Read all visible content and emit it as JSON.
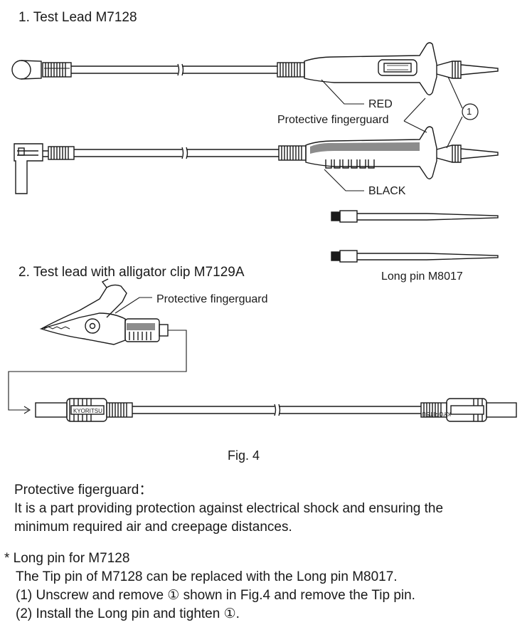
{
  "section1": {
    "title": "1. Test Lead M7128"
  },
  "section2": {
    "title": "2. Test lead with alligator clip M7129A"
  },
  "labels": {
    "red": "RED",
    "black": "BLACK",
    "fingerguard_1": "Protective fingerguard",
    "fingerguard_2": "Protective fingerguard",
    "callout_number": "1",
    "long_pin": "Long pin M8017",
    "kyoritsu_stamp": "KYORITSU"
  },
  "figure_caption": "Fig. 4",
  "note1": {
    "heading": "Protective figerguard：",
    "line1": "It is a part providing protection against electrical shock and ensuring the",
    "line2": "minimum required air and creepage distances."
  },
  "note2": {
    "heading": "* Long pin for M7128",
    "line1": "The Tip pin of M7128 can be replaced with the Long pin M8017.",
    "line2": "(1) Unscrew and remove ① shown in Fig.4 and remove the Tip pin.",
    "line3": "(2) Install the Long pin and tighten ①."
  },
  "colors": {
    "ink": "#1a1a1a",
    "grip": "#8c8c8c",
    "background": "#ffffff"
  }
}
